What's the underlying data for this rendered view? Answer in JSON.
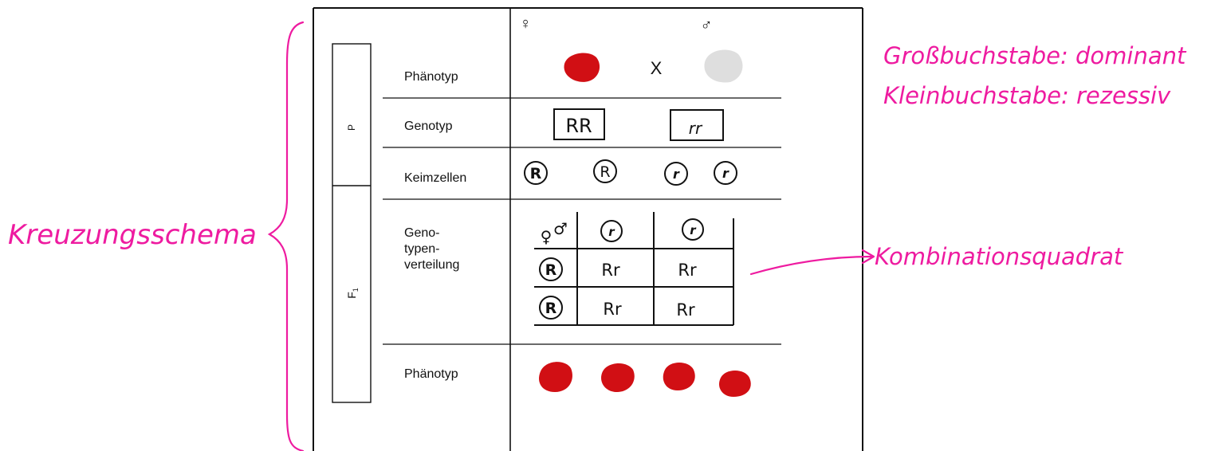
{
  "scheme_label": "Kreuzungsschema",
  "note_line1": "Großbuchstabe: dominant",
  "note_line2": "Kleinbuchstabe: rezessiv",
  "square_label": "Kombinationsquadrat",
  "generation_p": "P",
  "generation_f1": "F",
  "generation_f1_sub": "1",
  "female_symbol": "♀",
  "male_symbol": "♂",
  "rows": {
    "phenotype_p": "Phänotyp",
    "genotype": "Genotyp",
    "gametes": "Keimzellen",
    "distribution_1": "Geno-",
    "distribution_2": "typen-",
    "distribution_3": "verteilung",
    "phenotype_f1": "Phänotyp"
  },
  "cross_sign": "X",
  "genotype_mother": "RR",
  "genotype_father": "rr",
  "gametes_mother": [
    "R",
    "R"
  ],
  "gametes_father": [
    "r",
    "r"
  ],
  "punnett": {
    "corner_female": "♀",
    "corner_male": "♂",
    "col_headers": [
      "r",
      "r"
    ],
    "row_headers": [
      "R",
      "R"
    ],
    "cells": [
      [
        "Rr",
        "Rr"
      ],
      [
        "Rr",
        "Rr"
      ]
    ]
  },
  "colors": {
    "dominant_red": "#d10f14",
    "recessive_grey": "#dedede",
    "annotation_pink": "#ee1ba0"
  }
}
